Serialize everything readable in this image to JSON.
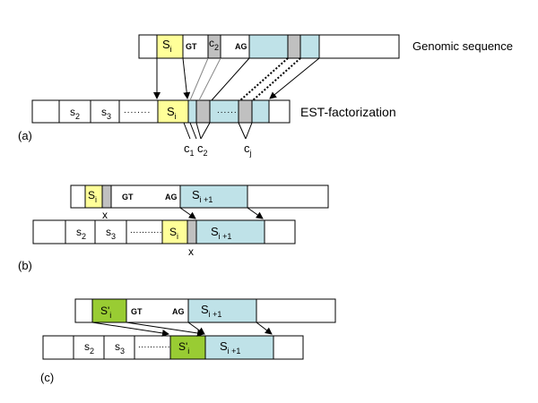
{
  "panels": {
    "a": {
      "label": "(a)",
      "genomic_label": "Genomic sequence",
      "est_label": "EST-factorization",
      "genomic": {
        "s_base": "S",
        "s_sub": "i",
        "gt": "GT",
        "c_base": "c",
        "c_sub": "2",
        "ag": "AG"
      },
      "est": {
        "s2_base": "s",
        "s2_sub": "2",
        "s3_base": "s",
        "s3_sub": "3",
        "dots": "........",
        "si_base": "S",
        "si_sub": "i",
        "dots2": "......",
        "c1_base": "c",
        "c1_sub": "1",
        "c2_base": "c",
        "c2_sub": "2",
        "cj_base": "c",
        "cj_sub": "j"
      }
    },
    "b": {
      "label": "(b)",
      "top": {
        "s_base": "S",
        "s_sub": "i",
        "gt": "GT",
        "ag": "AG",
        "x": "x",
        "s1_base": "S",
        "s1_sub": "i +1"
      },
      "bottom": {
        "s2_base": "s",
        "s2_sub": "2",
        "s3_base": "s",
        "s3_sub": "3",
        "dots": "...........",
        "si_base": "S",
        "si_sub": "i",
        "s1_base": "S",
        "s1_sub": "i +1",
        "x": "x"
      }
    },
    "c": {
      "label": "(c)",
      "top": {
        "sp_base": "S'",
        "sp_sub": "i",
        "gt": "GT",
        "ag": "AG",
        "s1_base": "S",
        "s1_sub": "i +1"
      },
      "bottom": {
        "s2_base": "s",
        "s2_sub": "2",
        "s3_base": "s",
        "s3_sub": "3",
        "dots": "...........",
        "sp_base": "S'",
        "sp_sub": "i",
        "s1_base": "S",
        "s1_sub": "i +1"
      }
    }
  },
  "colors": {
    "yellow": "#ffff99",
    "gray": "#c0c0c0",
    "blue": "#bfe2e8",
    "green": "#99cc33"
  }
}
